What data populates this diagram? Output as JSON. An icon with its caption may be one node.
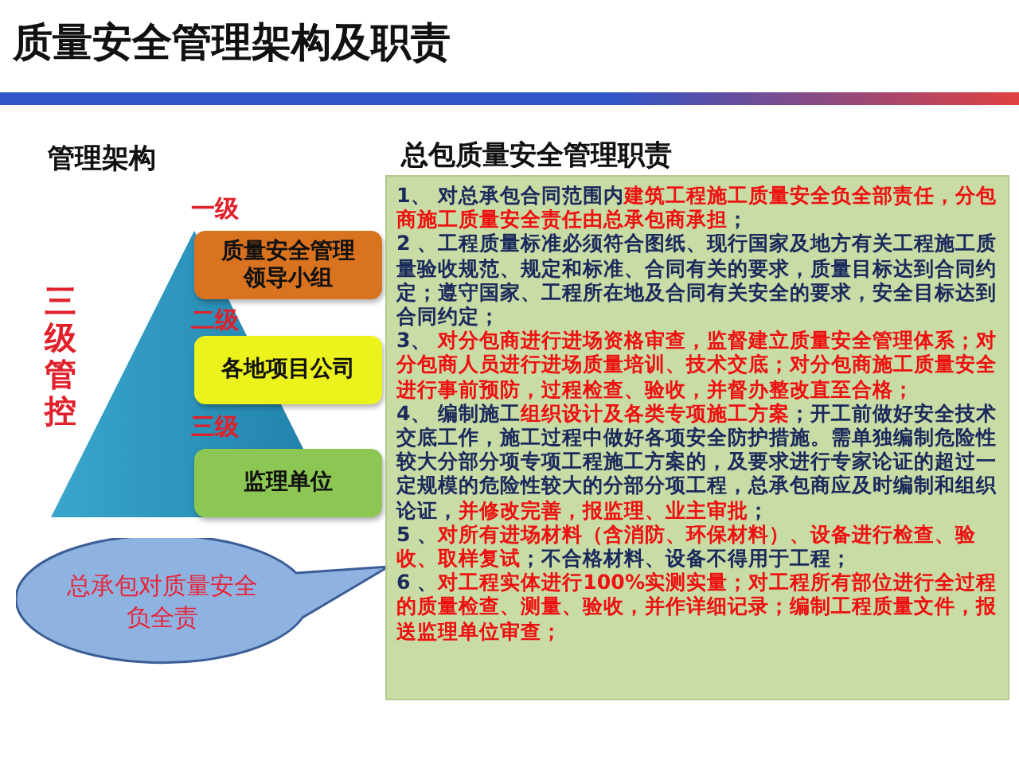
{
  "diagram": {
    "title": "质量安全管理架构及职责",
    "nodes": [
      {
        "text": [
          "质量安全管理领导小组"
        ]
      },
      {
        "text": [
          "各地项目公司"
        ]
      },
      {
        "text": [
          "监理单位"
        ]
      },
      {
        "text": [
          "总承包对质量安全负全责"
        ]
      },
      {
        "text": [
          "总包质量安全管理职责",
          "1、 对总承包合同范围内**建筑工程施工质量安全负全部责任，分包商施工质量安全责任由总承包商承担**；",
          "2 、工程质量标准必须符合图纸、现行国家及地方有关工程施工质量验收规范、规定和标准、合同有关的要求，质量目标达到合同约定；遵守国家、工程所在地及合同有关安全的要求，安全目标达到合同约定；",
          "3、 **对分包商进行进场资格审查，监督建立质量安全管理体系；对分包商人员进行进场质量培训、技术交底；对分包商施工质量安全进行事前预防，过程检查、验收，并督办整改直至合格；**",
          "4、 编制施工**组织设计及各类专项施工方案**；开工前做好安全技术交底工作，施工过程中做好各项安全防护措施。需单独编制危险性较大分部分项专项工程施工方案的，及要求进行专家论证的超过一定规模的危险性较大的分部分项工程，总承包商应及时编制和组织论证，**并修改完善，报监理、业主审批**；",
          "5 、**对所有进场材料（含消防、环保材料）、设备进行检查、验收、取样复试**；不合格材料、设备不得用于工程；",
          "6 、**对工程实体进行100%实测实量；对工程所有部位进行全过程的质量检查、测量、验收，并作详细记录；编制工程质量文件，报送监理单位审查；**"
        ]
      }
    ],
    "edges": [],
    "labels": [
      "管理架构",
      "一级",
      "二级",
      "三级",
      "三级管控"
    ]
  }
}
